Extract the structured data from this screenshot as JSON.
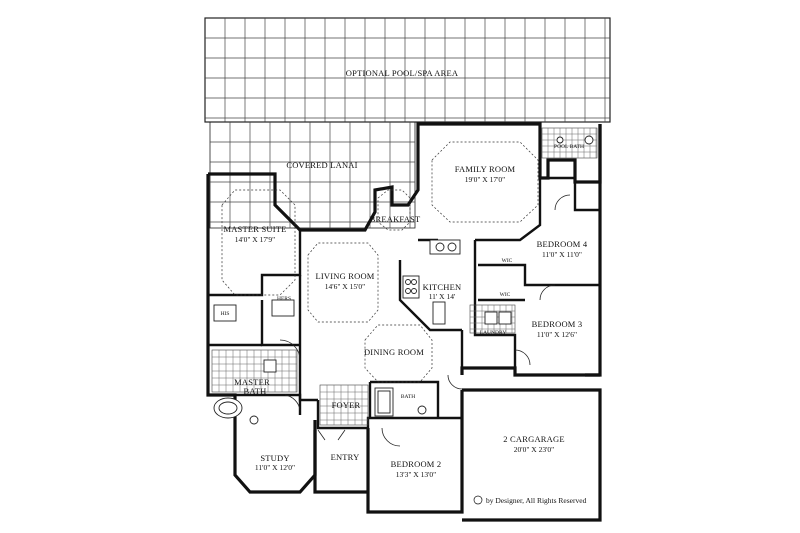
{
  "plan": {
    "rooms": {
      "pool": {
        "name": "OPTIONAL POOL/SPA AREA"
      },
      "lanai": {
        "name": "COVERED LANAI"
      },
      "family": {
        "name": "FAMILY ROOM",
        "dims": "19'0\" X 17'0\""
      },
      "poolbath": {
        "name": "POOL BATH"
      },
      "master": {
        "name": "MASTER SUITE",
        "dims": "14'0\" X 17'9\""
      },
      "breakfast": {
        "name": "BREAKFAST"
      },
      "bed4": {
        "name": "BEDROOM 4",
        "dims": "11'0\" X 11'0\""
      },
      "living": {
        "name": "LIVING ROOM",
        "dims": "14'6\" X 15'0\""
      },
      "kitchen": {
        "name": "KITCHEN",
        "dims": "11' X 14'"
      },
      "wic1": {
        "name": "WIC"
      },
      "wic2": {
        "name": "WIC"
      },
      "his": {
        "name": "HIS"
      },
      "hers": {
        "name": "HERS"
      },
      "bed3": {
        "name": "BEDROOM 3",
        "dims": "11'0\" X 12'6\""
      },
      "laundry": {
        "name": "LAUNDRY"
      },
      "dining": {
        "name": "DINING ROOM"
      },
      "masterbath1": {
        "name": "MASTER"
      },
      "masterbath2": {
        "name": "BATH"
      },
      "foyer": {
        "name": "FOYER"
      },
      "bath": {
        "name": "BATH"
      },
      "garage": {
        "name": "2 CARGARAGE",
        "dims": "20'0\" X 23'0\""
      },
      "study": {
        "name": "STUDY",
        "dims": "11'0\" X 12'0\""
      },
      "entry": {
        "name": "ENTRY"
      },
      "bed2": {
        "name": "BEDROOM 2",
        "dims": "13'3\" X 13'0\""
      }
    },
    "copyright": "by Designer, All Rights Reserved",
    "copyright_symbol": "©"
  }
}
